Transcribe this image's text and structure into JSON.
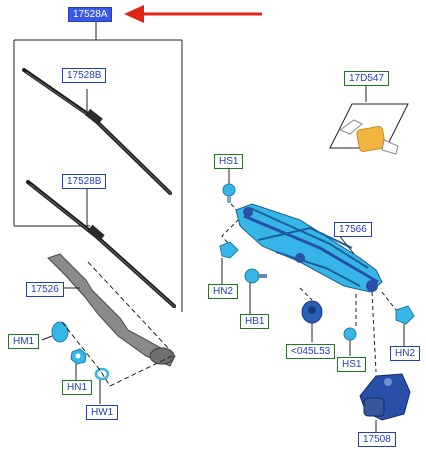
{
  "callouts": {
    "main_blade_set": "17528A",
    "blade_upper": "17528B",
    "blade_lower": "17528B",
    "pump_bracket": "17D547",
    "screw_hs1_top": "HS1",
    "linkage": "17566",
    "arm": "17526",
    "nut_hn2_left": "HN2",
    "bolt_hb1": "HB1",
    "grommet": "<045L53",
    "screw_hs1_bottom": "HS1",
    "nut_hn2_right": "HN2",
    "motor": "17508",
    "cap_hm1": "HM1",
    "nut_hn1": "HN1",
    "washer_hw1": "HW1"
  },
  "colors": {
    "selected_fill": "#3a57e8",
    "callout_blue": "#1f3fbf",
    "callout_green": "#1f7a1f",
    "arrow_red": "#e0241c",
    "part_cyan": "#35b6e6",
    "part_blue": "#2a4fa8",
    "bracket_orange": "#f2b640"
  }
}
